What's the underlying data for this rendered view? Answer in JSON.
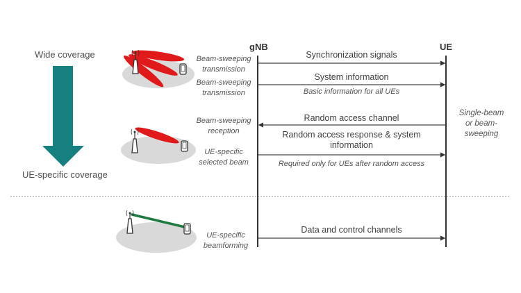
{
  "colors": {
    "arrow_teal": "#167F80",
    "beam_red": "#E01A1A",
    "beam_green": "#1E7A3E",
    "ground_gray": "#D9D9D9",
    "lifeline": "#333333",
    "divider": "#BBBBBB"
  },
  "coverage": {
    "top_label": "Wide coverage",
    "bottom_label": "UE-specific coverage"
  },
  "participants": {
    "left": "gNB",
    "right": "UE"
  },
  "illustrations": [
    {
      "name": "multi-beam-sweep",
      "beams": 3,
      "beam_color": "red"
    },
    {
      "name": "single-beam-selected",
      "beams": 1,
      "beam_color": "red"
    },
    {
      "name": "ue-specific-beamforming",
      "beams": 1,
      "beam_color": "green"
    }
  ],
  "side_labels": [
    {
      "line1": "Beam-sweeping",
      "line2": "transmission"
    },
    {
      "line1": "Beam-sweeping",
      "line2": "transmission"
    },
    {
      "line1": "Beam-sweeping",
      "line2": "reception"
    },
    {
      "line1": "UE-specific",
      "line2": "selected beam"
    },
    {
      "line1": "UE-specific",
      "line2": "beamforming"
    }
  ],
  "messages": [
    {
      "label": "Synchronization signals",
      "direction": "gNB-to-UE",
      "note": ""
    },
    {
      "label": "System information",
      "direction": "gNB-to-UE",
      "note": "Basic information for all UEs"
    },
    {
      "label": "Random access channel",
      "direction": "UE-to-gNB",
      "note": ""
    },
    {
      "label_line1": "Random access response & system",
      "label_line2": "information",
      "direction": "gNB-to-UE",
      "note": "Required only for UEs after random access"
    },
    {
      "label": "Data and control channels",
      "direction": "gNB-to-UE",
      "note": ""
    }
  ],
  "ue_side_note": {
    "line1": "Single-beam",
    "line2": "or beam-",
    "line3": "sweeping"
  }
}
